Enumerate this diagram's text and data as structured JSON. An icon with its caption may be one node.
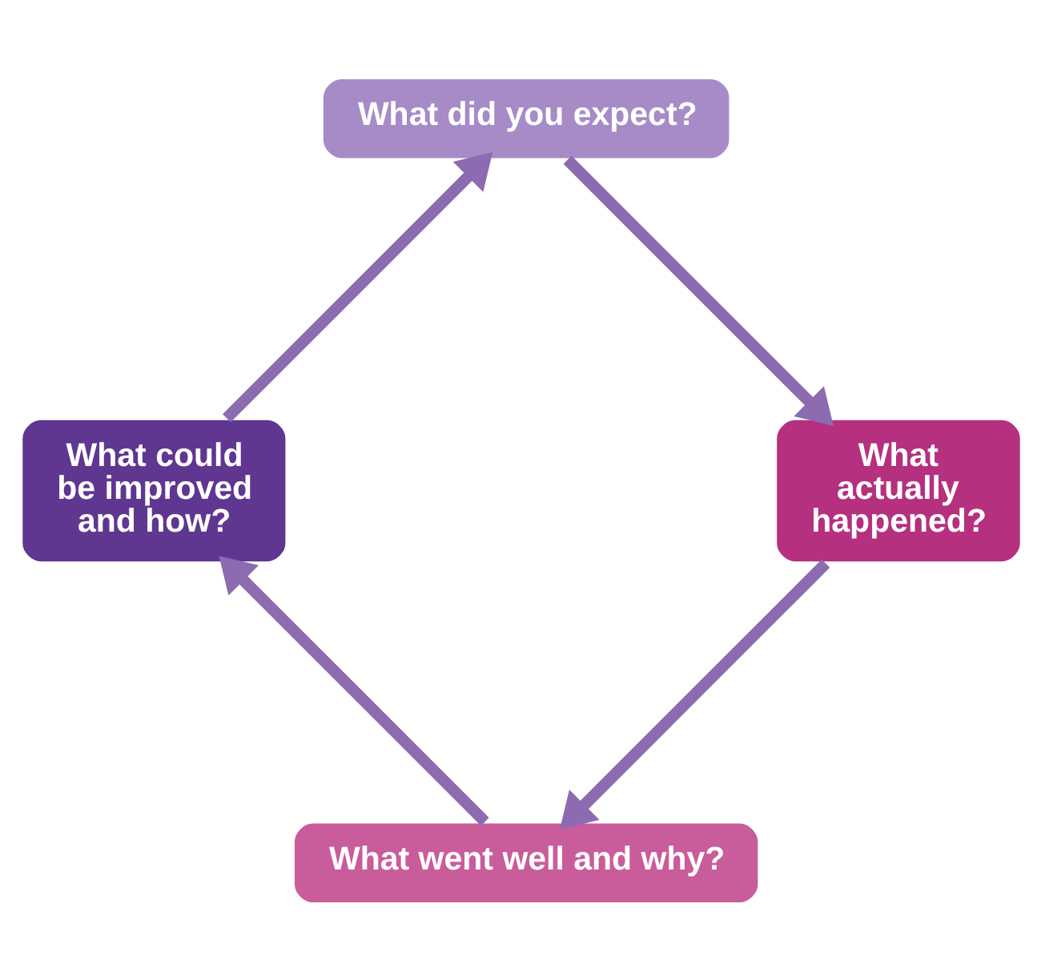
{
  "diagram": {
    "nodes": [
      {
        "text": [
          "What did you expect?"
        ]
      },
      {
        "text": [
          "What actually happened?"
        ]
      },
      {
        "text": [
          "What went well and why?"
        ]
      },
      {
        "text": [
          "What could be improved and how?"
        ]
      }
    ],
    "edges": [
      {
        "from": 0,
        "to": 1,
        "arrow": "to"
      },
      {
        "from": 1,
        "to": 2,
        "arrow": "to"
      },
      {
        "from": 2,
        "to": 3,
        "arrow": "to"
      },
      {
        "from": 3,
        "to": 0,
        "arrow": "to"
      }
    ]
  }
}
